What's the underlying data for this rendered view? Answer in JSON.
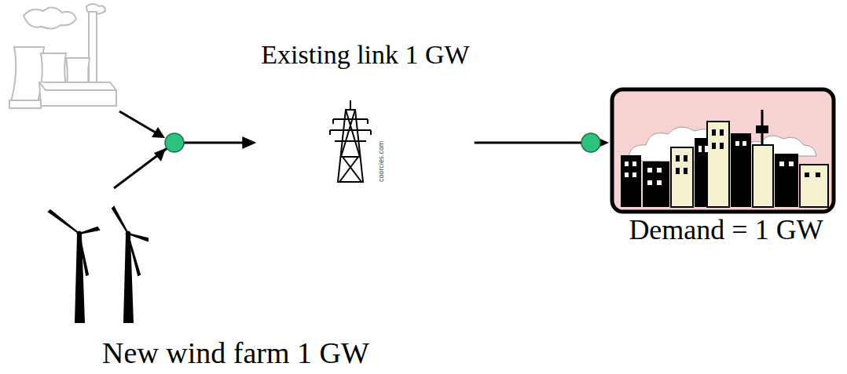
{
  "diagram": {
    "nodes": [
      {
        "text": [
          "New wind farm 1 GW"
        ]
      },
      {
        "text": [
          "Existing link 1 GW"
        ]
      },
      {
        "text": [
          "Demand = 1 GW"
        ]
      }
    ],
    "edges": [
      {
        "from": 0,
        "to": 1,
        "arrow": "to"
      },
      {
        "from": 1,
        "to": 2,
        "arrow": "to"
      }
    ],
    "labels": [
      "coorcies.com"
    ]
  }
}
